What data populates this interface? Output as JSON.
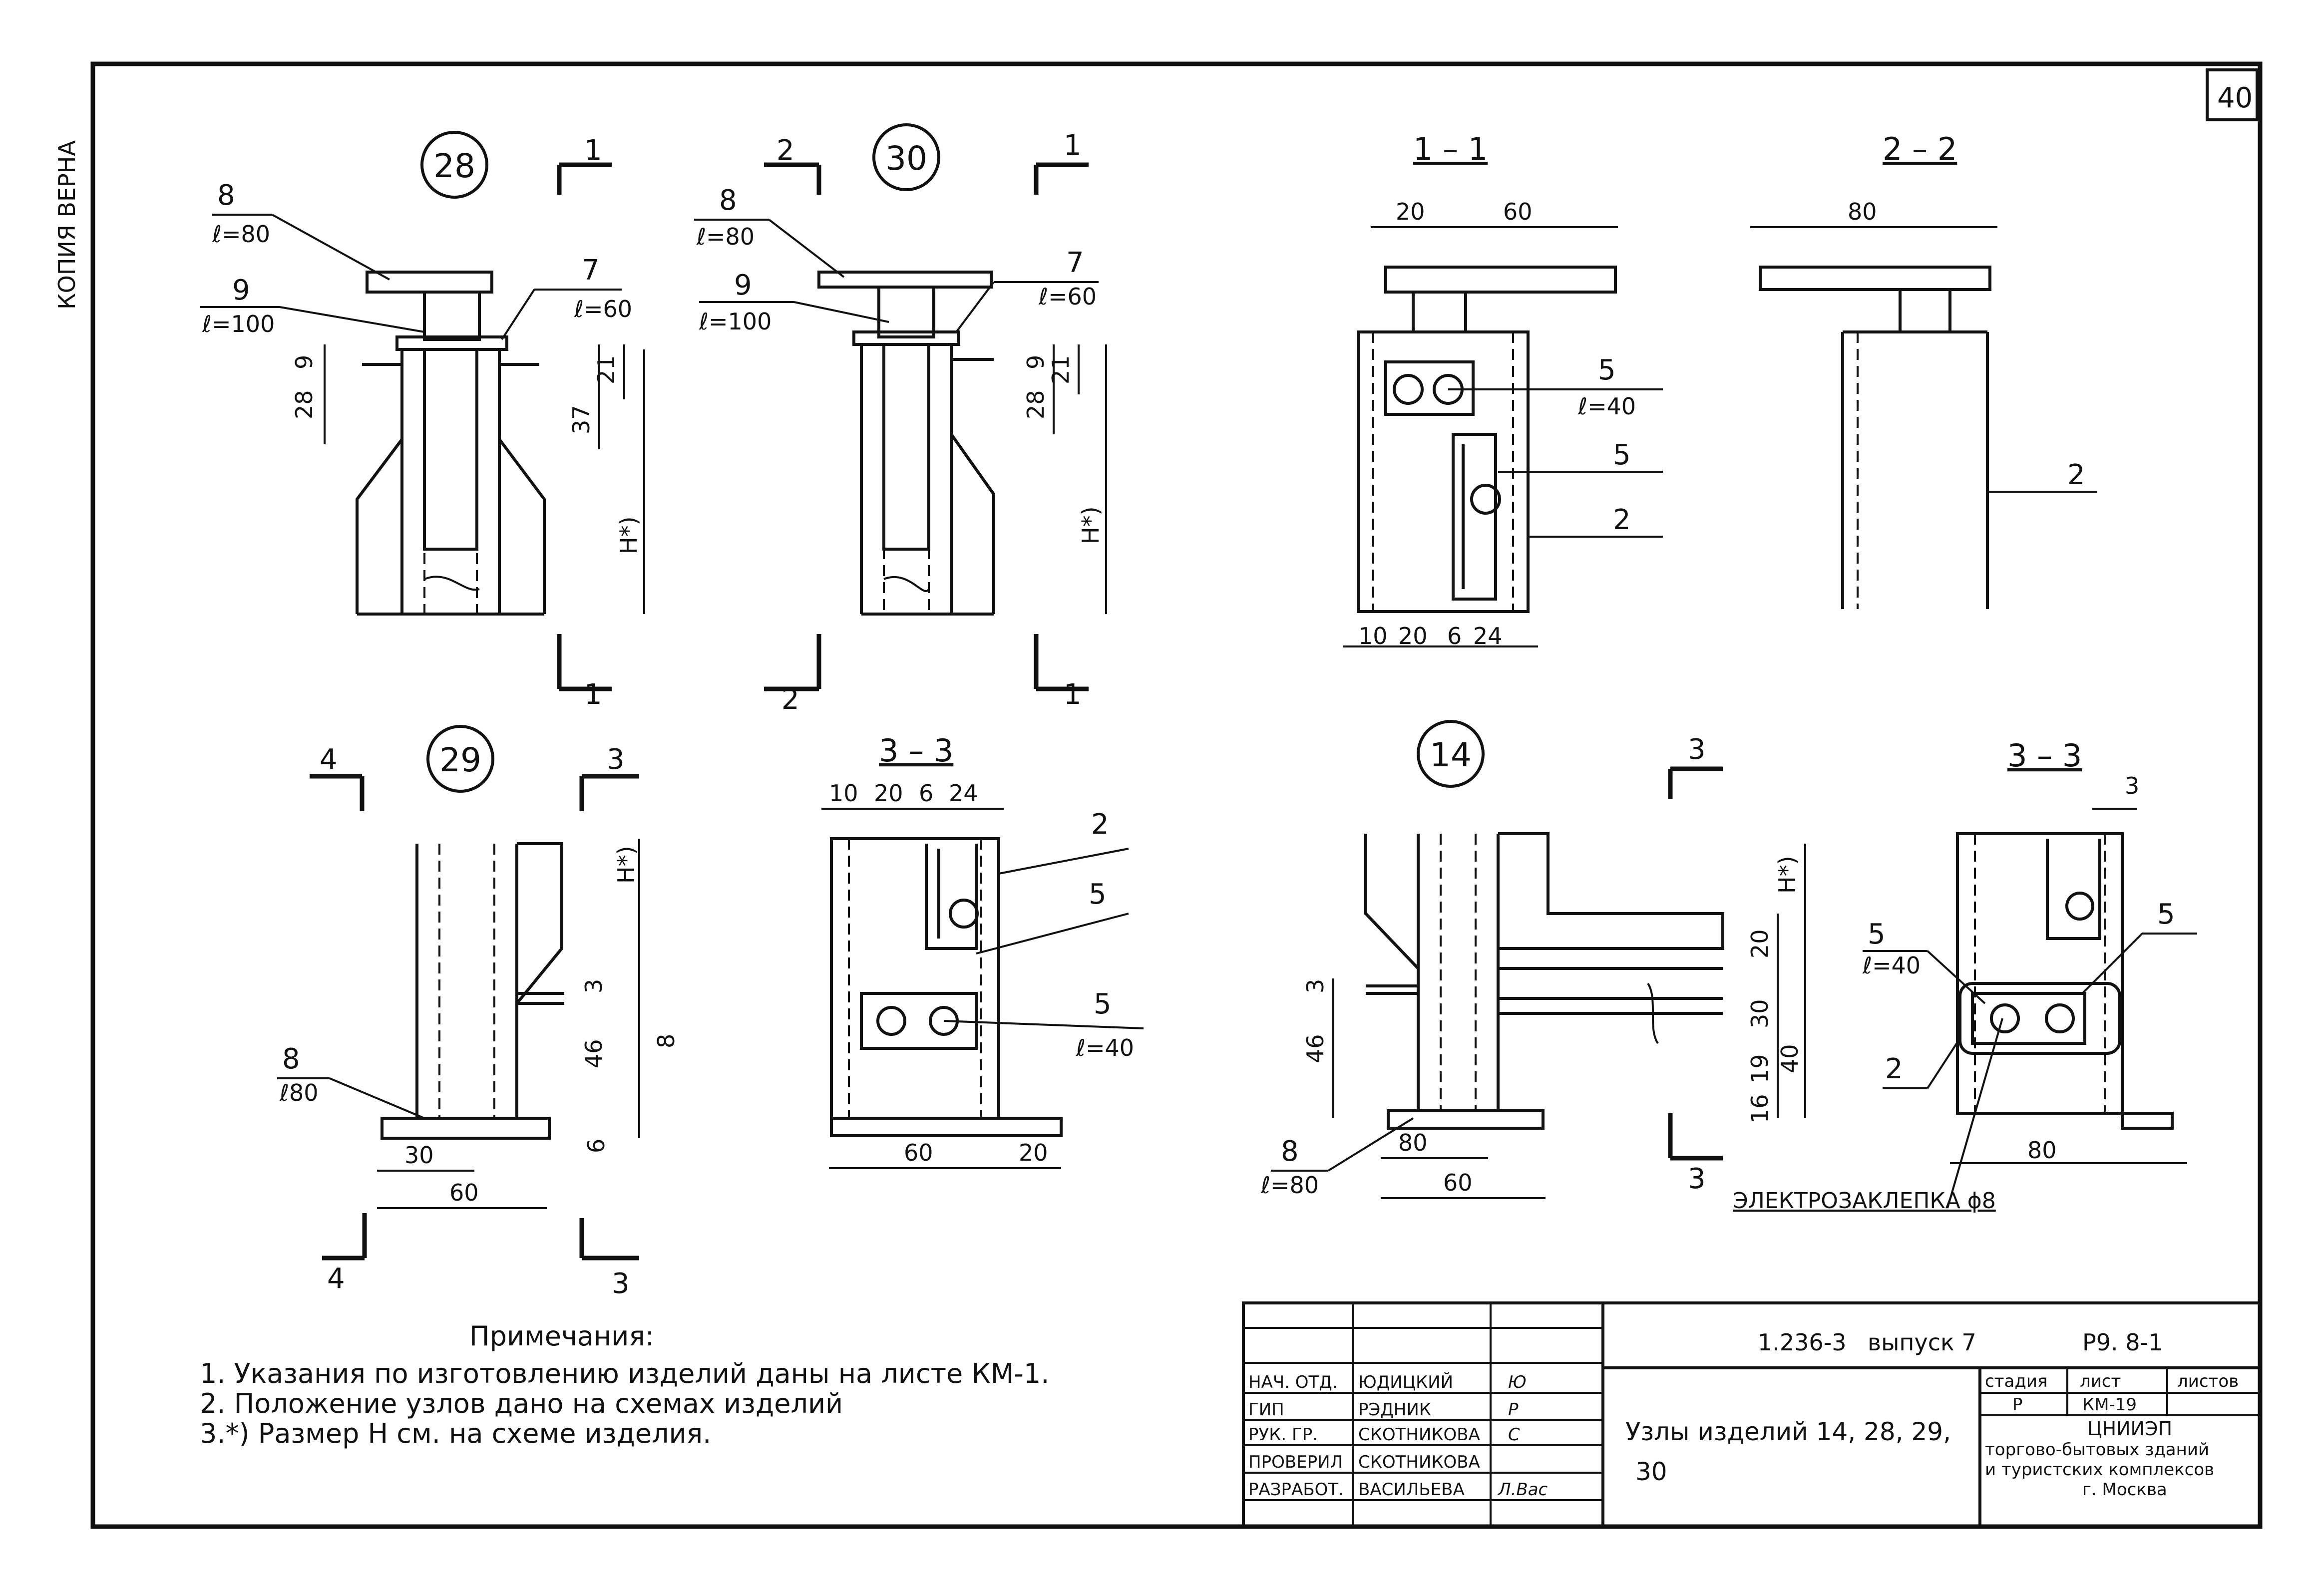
{
  "margin_stamp": "КОПИЯ ВЕРНА",
  "sheet_number": "40",
  "nodes": {
    "n28": {
      "number": "28",
      "cut_marks": [
        "1",
        "1"
      ],
      "part_labels": [
        "8",
        "ℓ=80",
        "9",
        "ℓ=100",
        "7",
        "ℓ=60"
      ],
      "dims": [
        "9",
        "28",
        "37",
        "21",
        "H*)"
      ]
    },
    "n30": {
      "number": "30",
      "cut_marks": [
        "2",
        "2",
        "1",
        "1"
      ],
      "part_labels": [
        "8",
        "ℓ=80",
        "9",
        "ℓ=100",
        "7",
        "ℓ=60"
      ],
      "dims": [
        "9",
        "28",
        "21",
        "H*)"
      ]
    },
    "n29": {
      "number": "29",
      "cut_marks": [
        "4",
        "4",
        "3",
        "3"
      ],
      "part_labels": [
        "8",
        "ℓ80"
      ],
      "dims": [
        "3",
        "8",
        "46",
        "6",
        "30",
        "60",
        "H*)"
      ]
    },
    "n14": {
      "number": "14",
      "cut_marks": [
        "3",
        "3"
      ],
      "part_labels": [
        "8",
        "ℓ=80"
      ],
      "dims": [
        "3",
        "46",
        "20",
        "30",
        "19",
        "40",
        "16",
        "80",
        "60",
        "H*)"
      ]
    }
  },
  "sections": {
    "s11": {
      "title": "1 – 1",
      "dims_top": [
        "20",
        "60"
      ],
      "dims_bottom": [
        "10",
        "20",
        "6",
        "24"
      ],
      "labels": [
        "5",
        "ℓ=40",
        "5",
        "2"
      ]
    },
    "s22": {
      "title": "2 – 2",
      "dims_top": [
        "80"
      ],
      "labels": [
        "2"
      ]
    },
    "s33a": {
      "title": "3 – 3",
      "dims_top": [
        "10",
        "20",
        "6",
        "24"
      ],
      "dims_bottom": [
        "60",
        "20"
      ],
      "labels": [
        "2",
        "5",
        "5",
        "ℓ=40"
      ]
    },
    "s33b": {
      "title": "3 – 3",
      "dims_top": [
        "3"
      ],
      "dims_bottom": [
        "80"
      ],
      "labels": [
        "5",
        "ℓ=40",
        "5",
        "2"
      ],
      "weld_note": "ЭЛЕКТРОЗАКЛЕПКА ϕ8"
    }
  },
  "notes": {
    "heading": "Примечания:",
    "items": [
      "1. Указания по изготовлению изделий даны на листе КМ-1.",
      "2. Положение узлов дано на схемах изделий",
      "3.*) Размер H см. на схеме изделия."
    ]
  },
  "title_block": {
    "doc_code": "1.236-3",
    "issue": "выпуск 7",
    "sheet_ref": "Р9. 8-1",
    "title_line1": "Узлы изделий 14, 28, 29,",
    "title_line2": "30",
    "stage_header": "стадия",
    "list_header": "лист",
    "sheets_header": "листов",
    "stage": "Р",
    "list": "КМ-19",
    "org_line1": "ЦНИИЭП",
    "org_line2": "торгово-бытовых зданий",
    "org_line3": "и туристских комплексов",
    "org_line4": "г. Москва",
    "staff": [
      {
        "role": "НАЧ. ОТД.",
        "name": "ЮДИЦКИЙ",
        "sign": "Ю"
      },
      {
        "role": "ГИП",
        "name": "РЭДНИК",
        "sign": "Р"
      },
      {
        "role": "РУК. ГР.",
        "name": "СКОТНИКОВА",
        "sign": "С"
      },
      {
        "role": "ПРОВЕРИЛ",
        "name": "СКОТНИКОВА",
        "sign": ""
      },
      {
        "role": "РАЗРАБОТ.",
        "name": "ВАСИЛЬЕВА",
        "sign": "Л.Вас"
      }
    ]
  }
}
